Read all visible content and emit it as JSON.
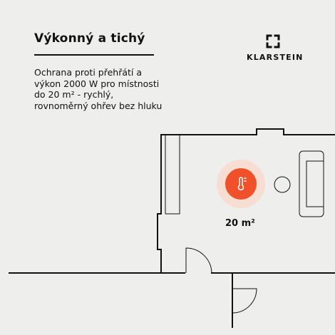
{
  "headline": "Výkonný a tichý",
  "description": "Ochrana proti přehřátí a výkon 2000 W pro místnosti do 20 m² - rychlý, rovnoměrný ohřev bez hluku",
  "brand": {
    "name": "KLARSTEIN",
    "icon": "klarstein-logo-icon"
  },
  "room": {
    "area_label": "20 m²",
    "icon": "thermometer-icon"
  },
  "colors": {
    "background": "#eeeeec",
    "accent": "#f0502a",
    "accent_halo": "#f8ddd2",
    "lines": "#111111"
  }
}
